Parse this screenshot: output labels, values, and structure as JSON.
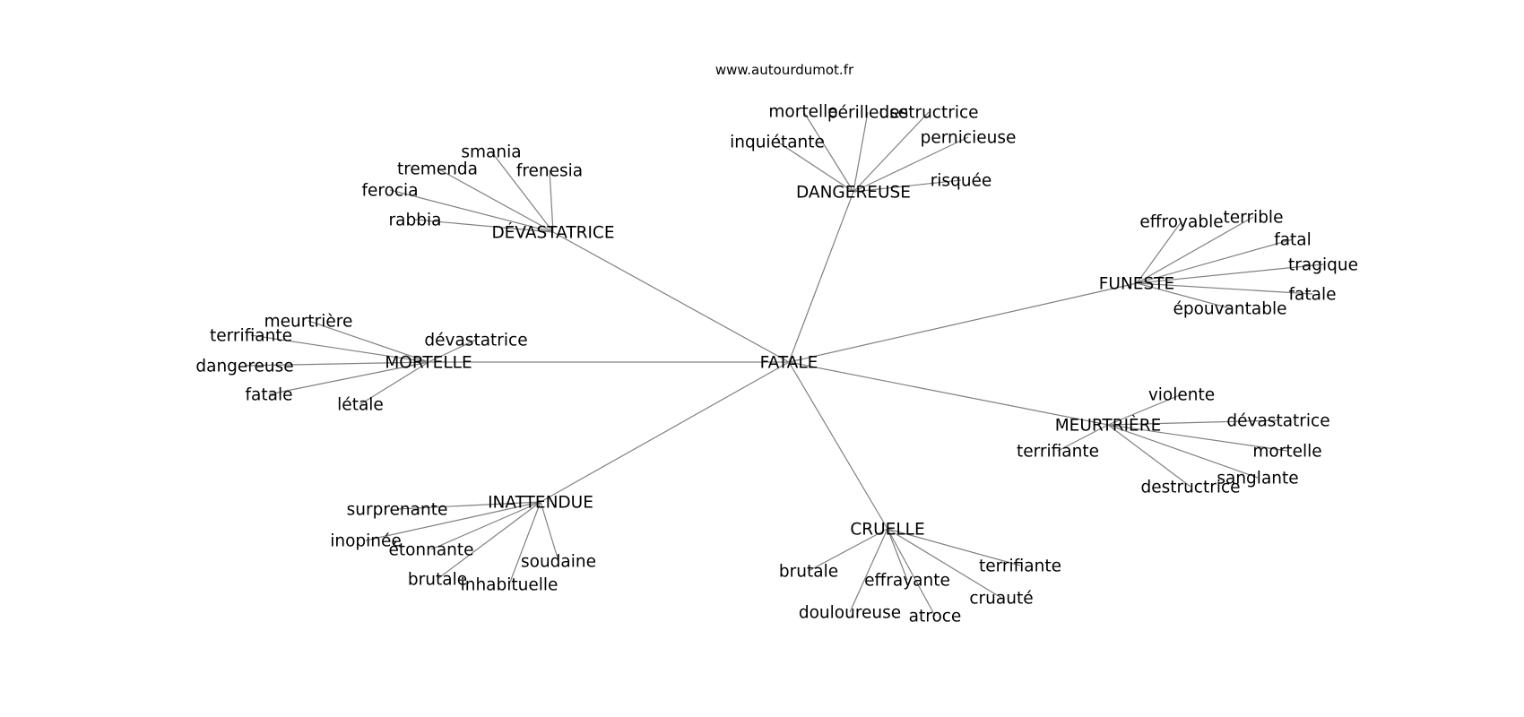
{
  "source_label": "www.autourdumot.fr",
  "colors": {
    "edge": "#808080",
    "text": "#000000",
    "background": "#ffffff"
  },
  "graph": {
    "center": {
      "id": "fatale",
      "label": "FATALE"
    },
    "groups": [
      {
        "id": "dangereuse",
        "label": "DANGEREUSE",
        "words": [
          "mortelle",
          "périlleuse",
          "destructrice",
          "inquiétante",
          "pernicieuse",
          "risquée"
        ]
      },
      {
        "id": "devastatrice",
        "label": "DÉVASTATRICE",
        "words": [
          "smania",
          "tremenda",
          "frenesia",
          "ferocia",
          "rabbia"
        ]
      },
      {
        "id": "funeste",
        "label": "FUNESTE",
        "words": [
          "effroyable",
          "terrible",
          "fatal",
          "tragique",
          "fatale",
          "épouvantable"
        ]
      },
      {
        "id": "mortelle",
        "label": "MORTELLE",
        "words": [
          "meurtrière",
          "terrifiante",
          "dangereuse",
          "fatale",
          "létale",
          "dévastatrice"
        ]
      },
      {
        "id": "meurtriere",
        "label": "MEURTRIÈRE",
        "words": [
          "violente",
          "dévastatrice",
          "terrifiante",
          "mortelle",
          "sanglante",
          "destructrice"
        ]
      },
      {
        "id": "inattendue",
        "label": "INATTENDUE",
        "words": [
          "surprenante",
          "inopinée",
          "étonnante",
          "brutale",
          "inhabituelle",
          "soudaine"
        ]
      },
      {
        "id": "cruelle",
        "label": "CRUELLE",
        "words": [
          "brutale",
          "effrayante",
          "terrifiante",
          "douloureuse",
          "atroce",
          "cruauté"
        ]
      }
    ]
  }
}
